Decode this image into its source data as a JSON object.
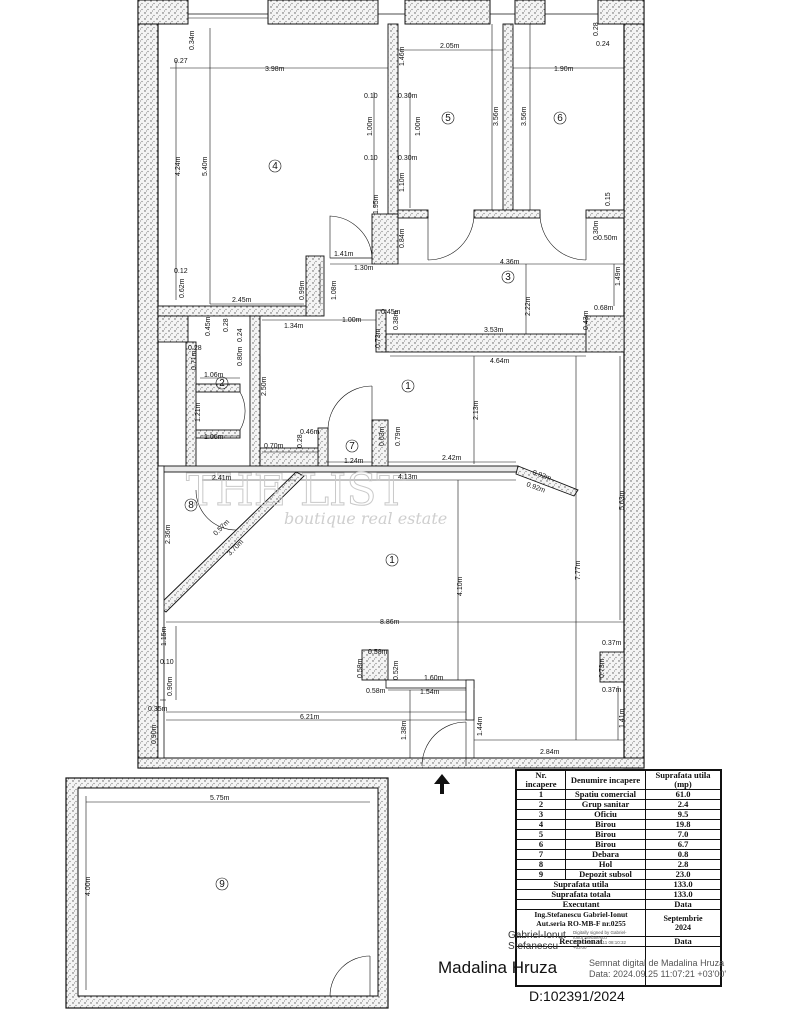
{
  "rooms": {
    "r1a": "1",
    "r1b": "1",
    "r2": "2",
    "r3": "3",
    "r4": "4",
    "r5": "5",
    "r6": "6",
    "r7": "7",
    "r8": "8",
    "r9": "9"
  },
  "dims": {
    "d398": "3.98m",
    "d205": "2.05m",
    "d190": "1.90m",
    "d540": "5.40m",
    "d424": "4.24m",
    "d356a": "3.56m",
    "d356b": "3.56m",
    "d146": "1.46m",
    "d100a": "1.00m",
    "d100b": "1.00m",
    "d010a": "0.10",
    "d030a": "0.30m",
    "d010b": "0.10",
    "d030b": "0.30m",
    "d110": "1.10m",
    "d195": "1.95m",
    "d084": "0.84m",
    "d141": "1.41m",
    "d130": "1.30m",
    "d436": "4.36m",
    "d222": "2.22m",
    "d149": "1.49m",
    "d099": "0.99m",
    "d108": "1.08m",
    "d062": "0.62m",
    "d012": "0.12",
    "d245": "2.45m",
    "d134": "1.34m",
    "d100c": "1.00m",
    "d045a": "0.45m",
    "d038": "0.38m",
    "d073": "0.73m",
    "d353": "3.53m",
    "d043": "0.43m",
    "d068": "0.68m",
    "d030c": "0.30m",
    "d050": "0.50m",
    "d015": "0.15",
    "d024a": "0.24",
    "d028a": "0.28",
    "d027": "0.27",
    "d034": "0.34m",
    "d464": "4.64m",
    "d213": "2.13m",
    "d563": "5.63m",
    "d777": "7.77m",
    "d250": "2.50m",
    "d045b": "0.45m",
    "d028b": "0.28",
    "d024b": "0.24",
    "d080": "0.80m",
    "d071": "0.71m",
    "d028c": "0.28",
    "d106a": "1.06m",
    "d121": "1.21m",
    "d106b": "1.06m",
    "d070": "0.70m",
    "d046": "0.46m",
    "d028d": "0.28",
    "d063": "0.63m",
    "d079": "0.79m",
    "d124": "1.24m",
    "d242": "2.42m",
    "d413": "4.13m",
    "d092a": "0.92m",
    "d092b": "0.92m",
    "d241": "2.41m",
    "d057": "0.57m",
    "d370": "3.70m",
    "d236": "2.36m",
    "d410": "4.10m",
    "d886": "8.86m",
    "d115": "1.15m",
    "d037a": "0.37m",
    "d010c": "0.10",
    "d090a": "0.90m",
    "d058a": "0.58m",
    "d052": "0.52m",
    "d058b": "0.58m",
    "d160": "1.60m",
    "d154": "1.54m",
    "d073b": "0.73m",
    "d037b": "0.37m",
    "d035": "0.35m",
    "d621": "6.21m",
    "d138": "1.38m",
    "d144": "1.44m",
    "d141b": "1.41m",
    "d090b": "0.90m",
    "d284": "2.84m",
    "d575": "5.75m",
    "d400": "4.00m"
  },
  "brand": {
    "top": "THE LIST",
    "bottom": "boutique real estate"
  },
  "legend": {
    "h_nr": "Nr. incapere",
    "h_name": "Denumire incapere",
    "h_area": "Suprafata utila (mp)",
    "rows": [
      {
        "nr": "1",
        "name": "Spatiu comercial",
        "area": "61.0"
      },
      {
        "nr": "2",
        "name": "Grup sanitar",
        "area": "2.4"
      },
      {
        "nr": "3",
        "name": "Oficiu",
        "area": "9.5"
      },
      {
        "nr": "4",
        "name": "Birou",
        "area": "19.8"
      },
      {
        "nr": "5",
        "name": "Birou",
        "area": "7.0"
      },
      {
        "nr": "6",
        "name": "Birou",
        "area": "6.7"
      },
      {
        "nr": "7",
        "name": "Debara",
        "area": "0.8"
      },
      {
        "nr": "8",
        "name": "Hol",
        "area": "2.8"
      },
      {
        "nr": "9",
        "name": "Depozit subsol",
        "area": "23.0"
      }
    ],
    "util_label": "Suprafata utila",
    "util_val": "133.0",
    "total_label": "Suprafata totala",
    "total_val": "133.0",
    "exec_label": "Executant",
    "date_label": "Data",
    "engineer": "Ing.Stefanescu Gabriel-Ionut",
    "series": "Aut.seria RO-MB-F nr.0255",
    "month": "Septembrie",
    "year": "2024",
    "recv_label": "Receptionat",
    "date2_label": "Data"
  },
  "signature": {
    "name1": "Gabriel-Ionut",
    "name2": "Stefanescu",
    "digital1": "Digitally signed by Gabriel-",
    "digital2": "Ionut Stefanescu",
    "digital3": "Date: 2024.09.11 08:10:32",
    "digital4": "+03'00'",
    "main_name": "Madalina Hruza",
    "note1": "Semnat digital de Madalina Hruza",
    "note2": "Data: 2024.09.25 11:07:21 +03'00'",
    "doc_id": "D:102391/2024"
  }
}
